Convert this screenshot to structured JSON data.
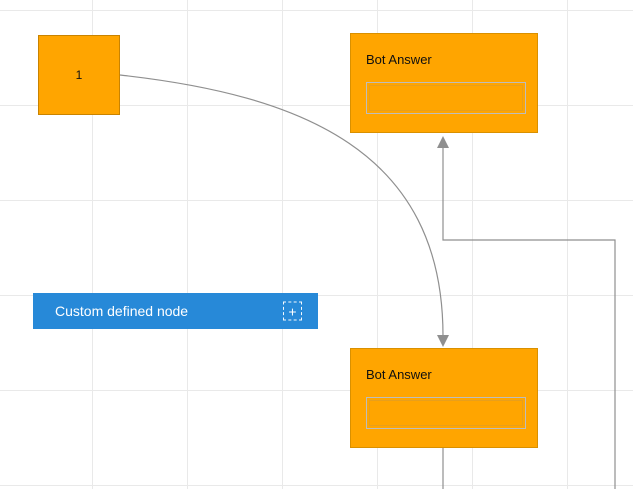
{
  "canvas": {
    "background_color": "#ffffff",
    "grid_color": "#e9e9e9"
  },
  "colors": {
    "node_orange": "#ffa500",
    "node_blue": "#2789d8",
    "connector_gray": "#8f8f8f"
  },
  "nodes": {
    "square": {
      "label": "1",
      "fill": "#ffa500"
    },
    "bot_answer_top": {
      "label": "Bot Answer",
      "fill": "#ffa500"
    },
    "bot_answer_bottom": {
      "label": "Bot Answer",
      "fill": "#ffa500"
    },
    "custom": {
      "label": "Custom defined node",
      "fill": "#2789d8",
      "add_icon": "+"
    }
  }
}
